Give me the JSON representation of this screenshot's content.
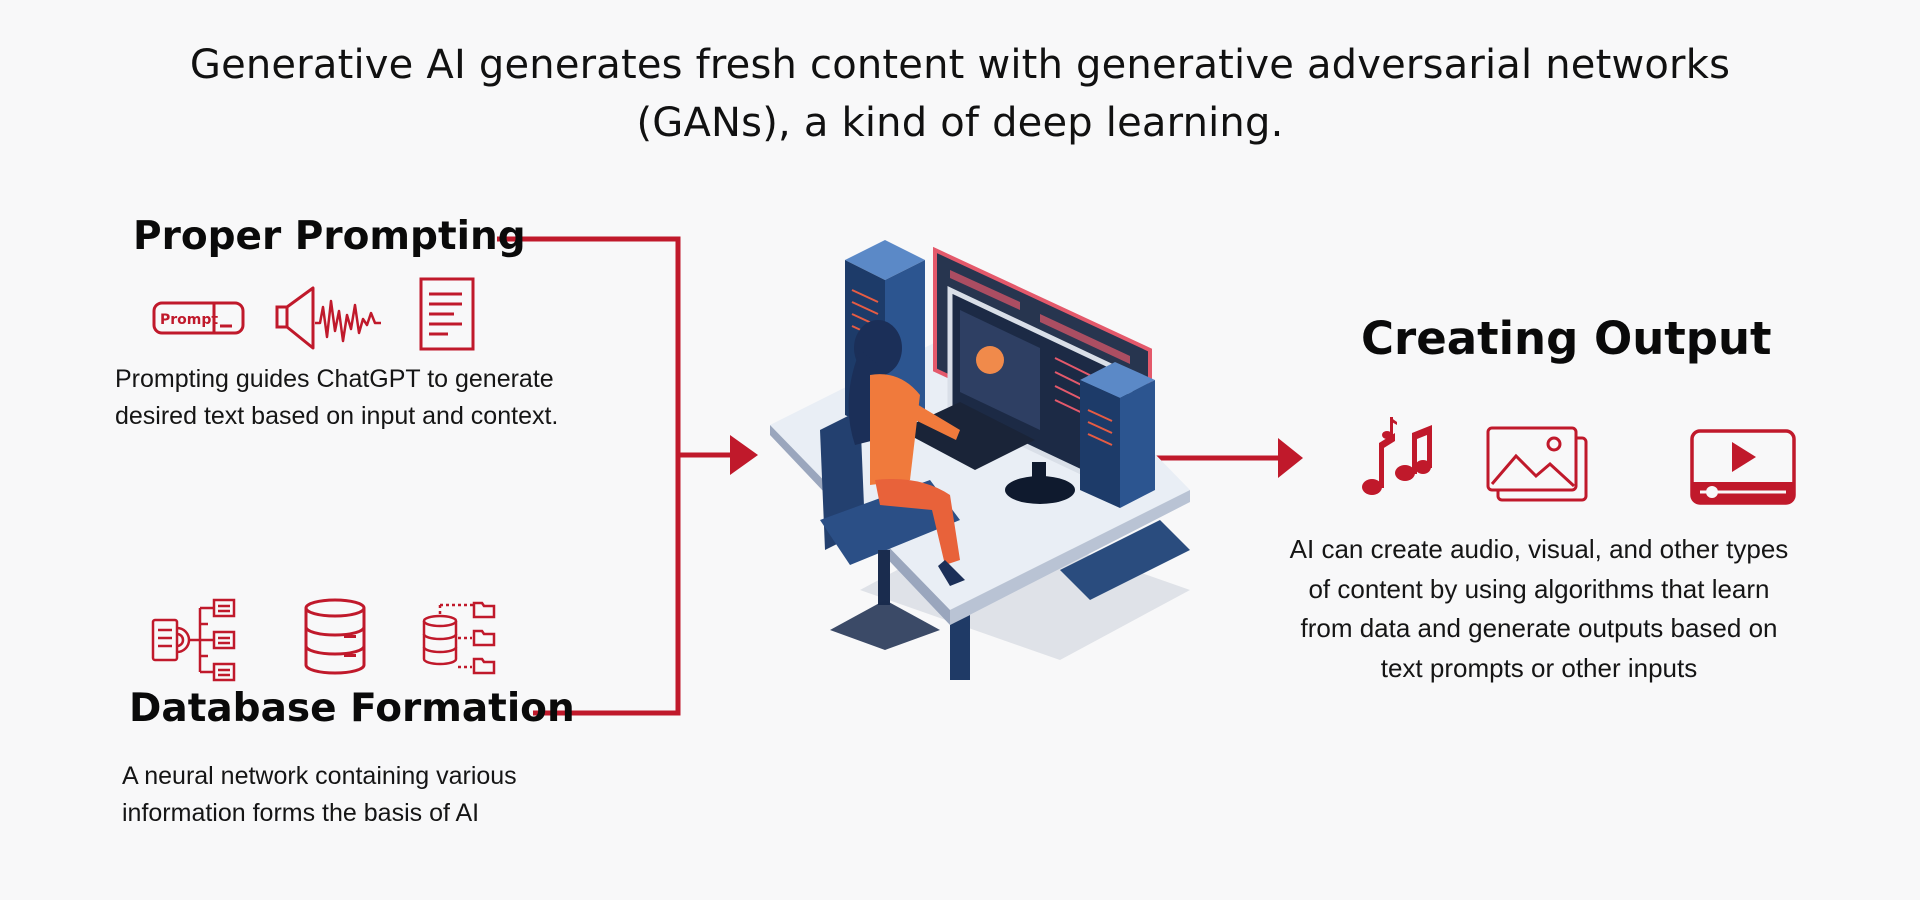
{
  "headline": "Generative AI generates fresh content with generative adversarial networks (GANs), a kind of deep learning.",
  "prompting": {
    "title": "Proper Prompting",
    "prompt_tag": "Prompt",
    "description": "Prompting guides ChatGPT to generate desired text based on input and context."
  },
  "database": {
    "title": "Database Formation",
    "description": "A neural network containing various information forms the basis of AI"
  },
  "output": {
    "title": "Creating Output",
    "description": "AI can create audio, visual, and other types of content by using algorithms that learn from data and generate outputs based on text prompts or other inputs"
  },
  "icons": {
    "prompting": [
      "prompt-tag-icon",
      "speaker-waveform-icon",
      "document-icon"
    ],
    "database": [
      "data-network-icon",
      "database-icon",
      "database-folders-icon"
    ],
    "output": [
      "music-notes-icon",
      "image-gallery-icon",
      "video-player-icon"
    ],
    "center": "person-at-computer-illustration"
  },
  "colors": {
    "accent": "#c0192b",
    "text": "#111111",
    "background": "#f8f8f9"
  }
}
